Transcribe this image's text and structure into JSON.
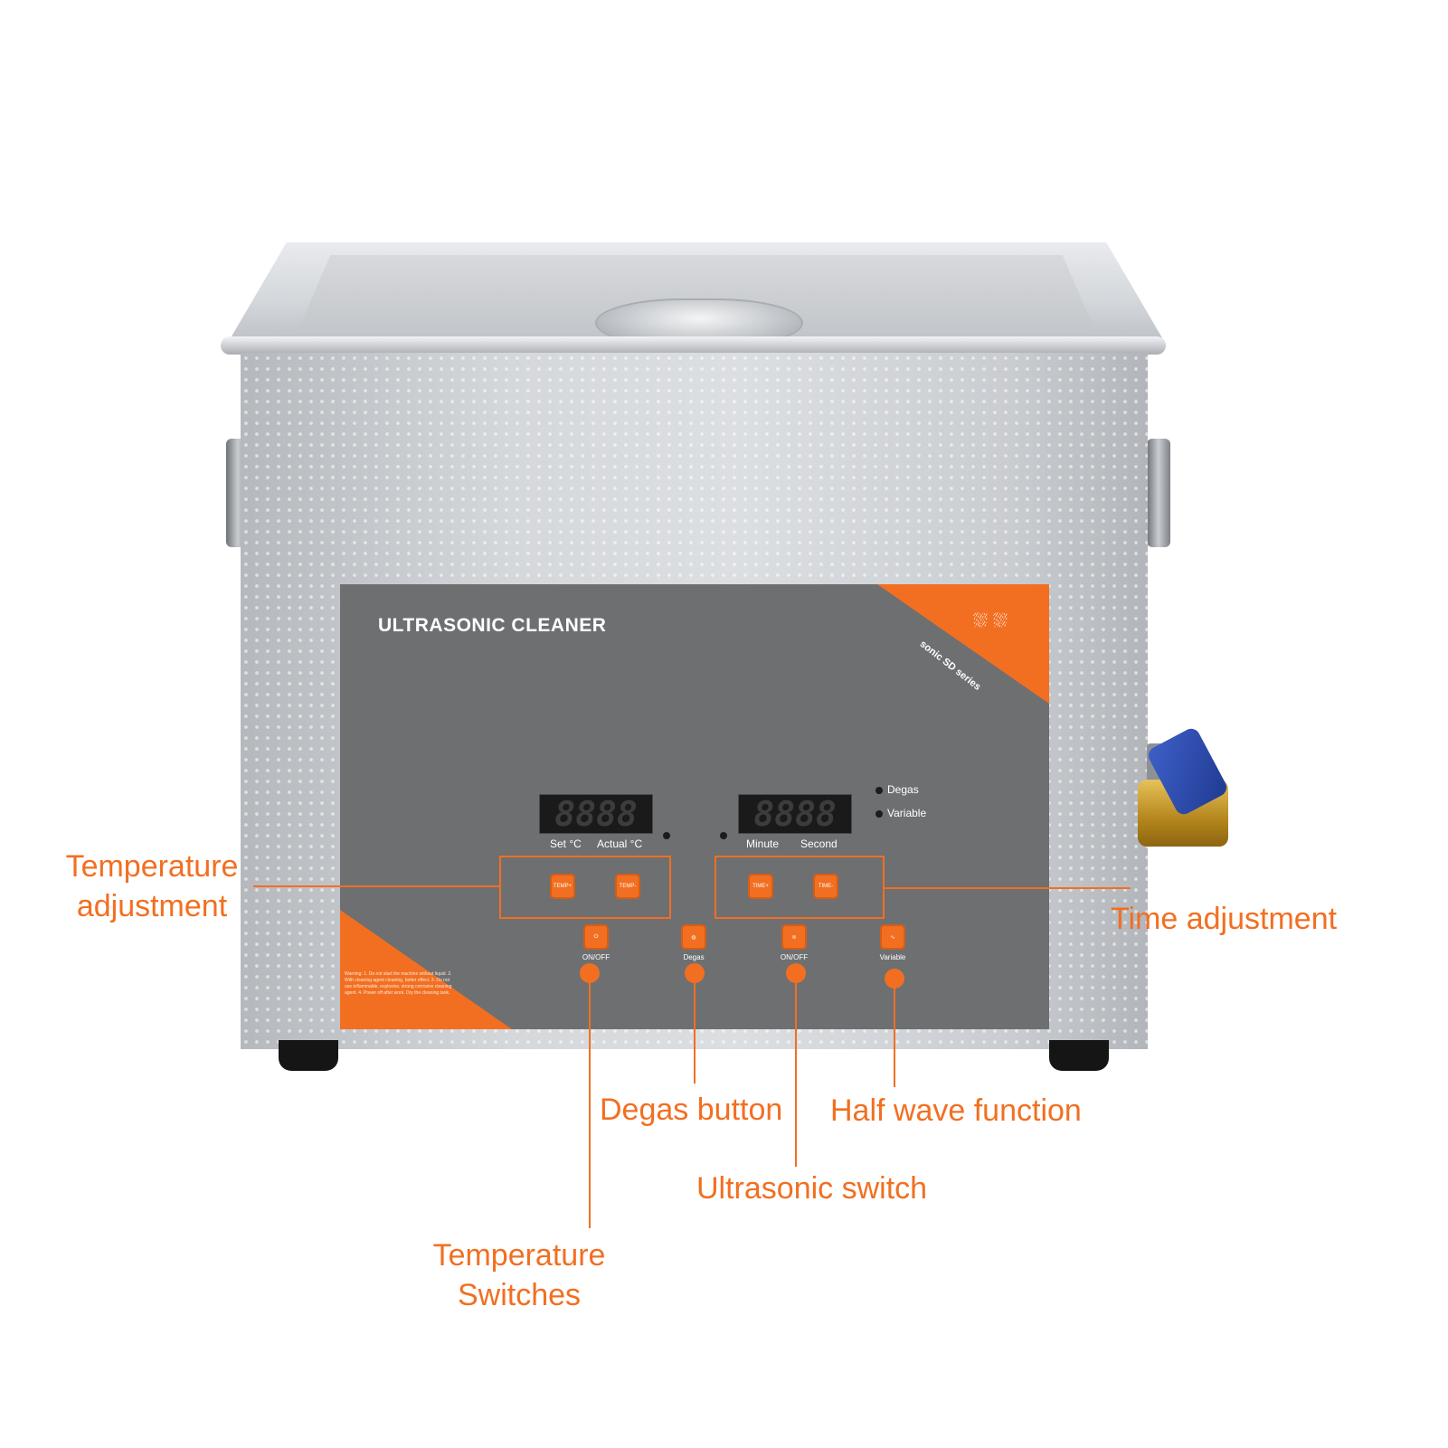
{
  "panel": {
    "title": "ULTRASONIC CLEANER",
    "series": "sonic SD series",
    "wash_icons": "⛆⛆",
    "warning_text": "Warning: 1. Do not start the machine without liquid. 2. With cleaning agent cleaning, better effect. 3. Do not use inflammable, explosive, strong corrosive cleaning agent. 4. Power off after work. Dry the cleaning tank."
  },
  "displays": {
    "temp_digits": "8888",
    "temp_label_set": "Set °C",
    "temp_label_actual": "Actual °C",
    "time_digits": "8888",
    "time_label_minute": "Minute",
    "time_label_second": "Second"
  },
  "indicators": {
    "degas": "Degas",
    "variable": "Variable"
  },
  "buttons": {
    "temp_up": "TEMP+",
    "temp_down": "TEMP-",
    "time_up": "TIME+",
    "time_down": "TIME-",
    "heat_onoff": "ON/OFF",
    "degas": "Degas",
    "ultra_onoff": "ON/OFF",
    "variable": "Variable"
  },
  "callouts": {
    "temperature_adjustment_1": "Temperature",
    "temperature_adjustment_2": "adjustment",
    "time_adjustment": "Time adjustment",
    "degas_button": "Degas button",
    "half_wave_function": "Half wave function",
    "ultrasonic_switch": "Ultrasonic switch",
    "temperature_switches_1": "Temperature",
    "temperature_switches_2": "Switches"
  },
  "colors": {
    "accent": "#f26f21",
    "panel": "#6e6f71",
    "steel": "#c8cbcf",
    "valve_lever": "#2b4aa8",
    "valve_brass": "#c9a23a"
  }
}
